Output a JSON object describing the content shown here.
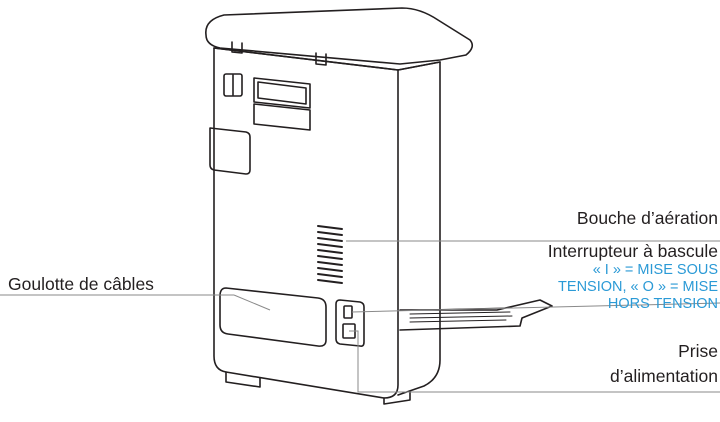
{
  "labels": {
    "vent": "Bouche d’aération",
    "switch": "Interrupteur à bascule",
    "switch_note": [
      "« I » = MISE SOUS",
      "TENSION, « O » = MISE",
      "HORS TENSION"
    ],
    "cable_channel": "Goulotte de câbles",
    "power_socket": [
      "Prise",
      "d’alimentation"
    ]
  },
  "colors": {
    "line": "#231f20",
    "note": "#2b9ad6",
    "leader": "#8a8a8a"
  }
}
